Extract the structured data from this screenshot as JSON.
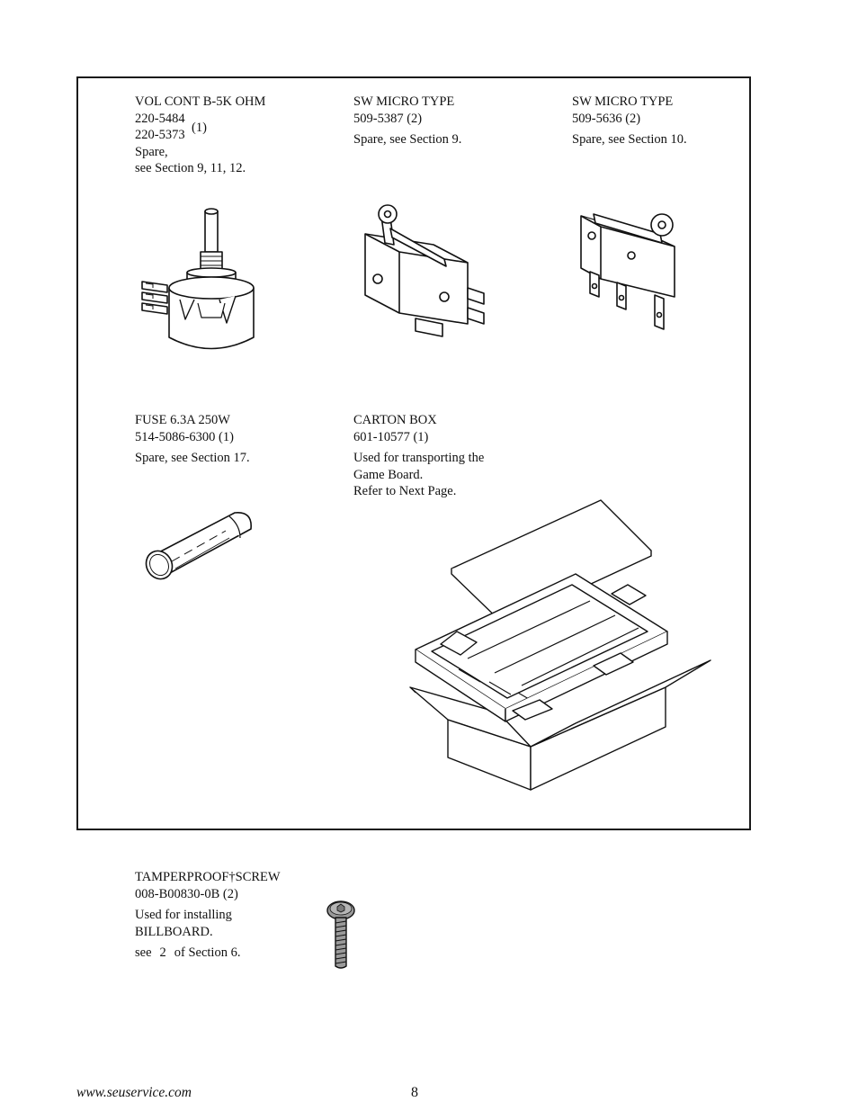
{
  "parts": {
    "vol_cont": {
      "name": "VOL CONT B-5K OHM",
      "pn1": "220-5484",
      "pn2": "220-5373",
      "qty": "(1)",
      "note1": "Spare,",
      "note2": "see Section 9, 11, 12."
    },
    "sw_micro_1": {
      "name": "SW MICRO TYPE",
      "pn": "509-5387 (2)",
      "note": "Spare, see Section 9."
    },
    "sw_micro_2": {
      "name": "SW MICRO TYPE",
      "pn": "509-5636 (2)",
      "note": "Spare, see Section 10."
    },
    "fuse": {
      "name": "FUSE 6.3A 250W",
      "pn": "514-5086-6300 (1)",
      "note": "Spare, see Section 17."
    },
    "carton": {
      "name": "CARTON BOX",
      "pn": "601-10577 (1)",
      "note1": "Used for transporting the",
      "note2": "Game Board.",
      "note3": "Refer to Next Page."
    },
    "screw": {
      "name": "TAMPERPROOF†SCREW",
      "pn": "008-B00830-0B (2)",
      "note1": "Used for installing",
      "note2": "BILLBOARD.",
      "ref_prefix": "see",
      "ref_num": "2",
      "ref_suffix": "of Section 6."
    }
  },
  "footer": {
    "url": "www.seuservice.com",
    "page": "8"
  }
}
